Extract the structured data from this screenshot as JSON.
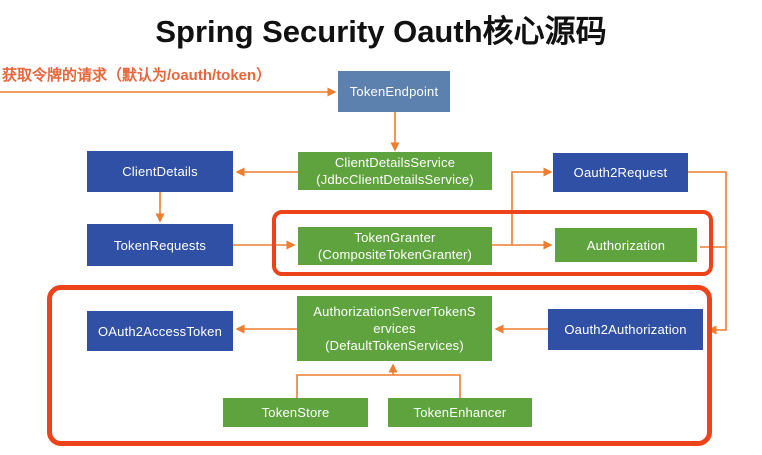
{
  "title": "Spring Security Oauth核心源码",
  "annotation": {
    "label": "获取令牌的请求（默认为/oauth/token）"
  },
  "colors": {
    "node_dark_blue": "#2F50A4",
    "node_steel_blue": "#5C81AE",
    "node_green": "#5FA33E",
    "arrow_orange": "#ED7D31",
    "highlight_red": "#ED431B",
    "annotation_text": "#E8663C",
    "title_text": "#111111"
  },
  "nodes": {
    "tokenEndpoint": {
      "label": "TokenEndpoint"
    },
    "clientDetailsService": {
      "lines": [
        "ClientDetailsService",
        "(JdbcClientDetailsService)"
      ]
    },
    "clientDetails": {
      "label": "ClientDetails"
    },
    "oauth2Request": {
      "label": "Oauth2Request"
    },
    "tokenRequests": {
      "label": "TokenRequests"
    },
    "tokenGranter": {
      "lines": [
        "TokenGranter",
        "(CompositeTokenGranter)"
      ]
    },
    "authorization": {
      "label": "Authorization"
    },
    "oauth2AccessToken": {
      "label": "OAuth2AccessToken"
    },
    "authorizationServerTokenServices": {
      "lines": [
        "AuthorizationServerTokenS",
        "ervices",
        "(DefaultTokenServices)"
      ]
    },
    "oauth2Authorization": {
      "label": "Oauth2Authorization"
    },
    "tokenStore": {
      "label": "TokenStore"
    },
    "tokenEnhancer": {
      "label": "TokenEnhancer"
    }
  }
}
